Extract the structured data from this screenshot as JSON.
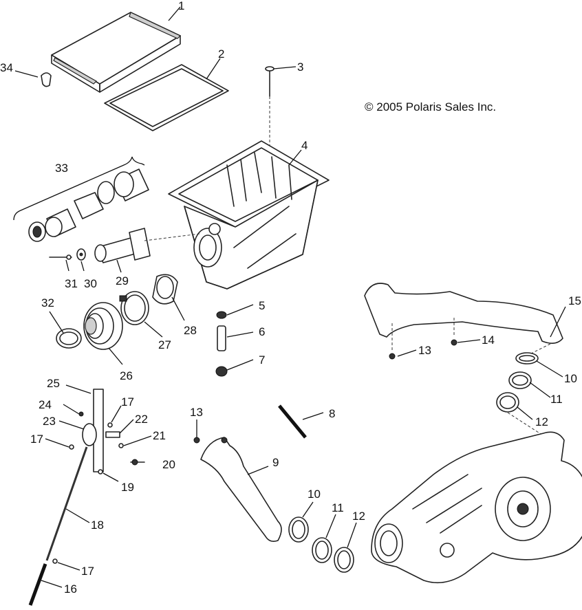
{
  "copyright": "© 2005 Polaris Sales Inc.",
  "callouts": {
    "c1": "1",
    "c2": "2",
    "c3": "3",
    "c4": "4",
    "c5": "5",
    "c6": "6",
    "c7": "7",
    "c8": "8",
    "c9": "9",
    "c10a": "10",
    "c10b": "10",
    "c11a": "11",
    "c11b": "11",
    "c12a": "12",
    "c12b": "12",
    "c13a": "13",
    "c13b": "13",
    "c14": "14",
    "c15": "15",
    "c16": "16",
    "c17a": "17",
    "c17b": "17",
    "c17c": "17",
    "c18": "18",
    "c19": "19",
    "c20": "20",
    "c21": "21",
    "c22": "22",
    "c23": "23",
    "c24": "24",
    "c25": "25",
    "c26": "26",
    "c27": "27",
    "c28": "28",
    "c29": "29",
    "c30": "30",
    "c31": "31",
    "c32": "32",
    "c33": "33",
    "c34": "34"
  }
}
